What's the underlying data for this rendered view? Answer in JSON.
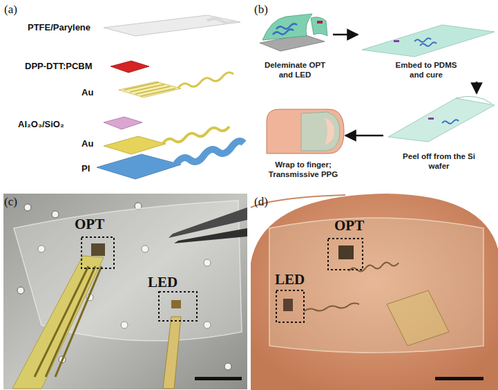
{
  "diagram": {
    "nodes": [
      {
        "text": [
          "Deleminate OPT and LED"
        ]
      },
      {
        "text": [
          "Embed to PDMS and cure"
        ]
      },
      {
        "text": [
          "Peel off from the Si wafer"
        ]
      },
      {
        "text": [
          "Wrap to finger; Transmissive PPG"
        ]
      }
    ],
    "edges": [
      {
        "from": 0,
        "to": 1,
        "arrow": "to"
      },
      {
        "from": 1,
        "to": 2,
        "arrow": "to"
      },
      {
        "from": 2,
        "to": 3,
        "arrow": "to"
      }
    ],
    "labels": [
      "(a)",
      "PTFE/Parylene",
      "DPP-DTT:PCBM",
      "Au",
      "Al₂O₃/SiO₂",
      "Au",
      "PI",
      "(b)",
      "(c)",
      "OPT",
      "LED",
      "(d)",
      "OPT",
      "LED"
    ]
  }
}
